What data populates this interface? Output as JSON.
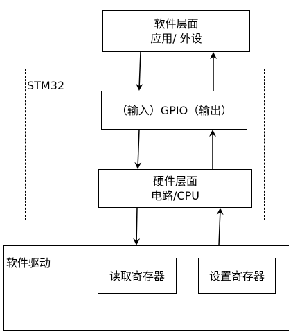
{
  "top_box": {
    "line1": "软件层面",
    "line2": "应用/ 外设"
  },
  "mcu_group": {
    "label": "STM32"
  },
  "gpio_box": {
    "text": "（输入）GPIO（输出）"
  },
  "hw_box": {
    "line1": "硬件层面",
    "line2": "电路/CPU"
  },
  "driver_group": {
    "label": "软件驱动",
    "read_label": "读取寄存器",
    "write_label": "设置寄存器"
  }
}
